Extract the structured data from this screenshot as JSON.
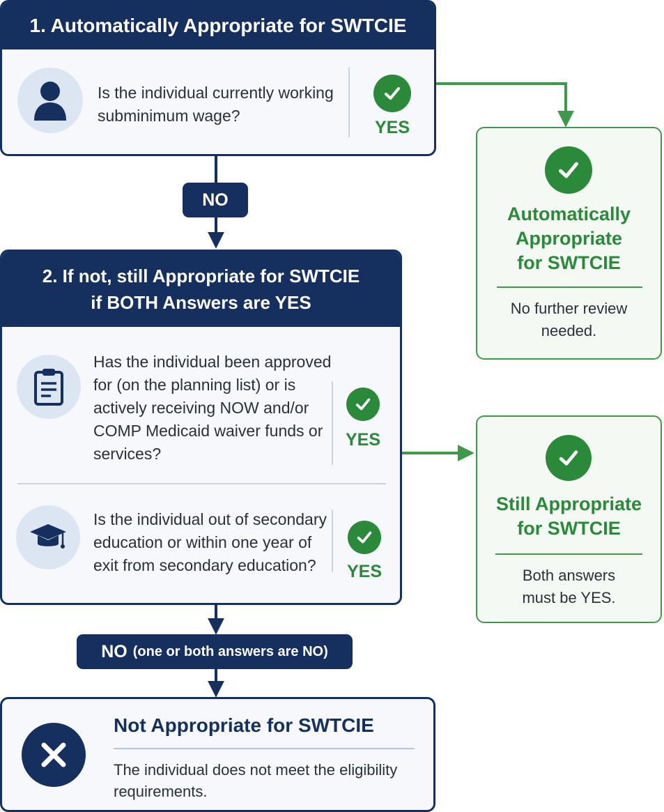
{
  "section1": {
    "number": "1.",
    "title": "Automatically Appropriate for SWTCIE",
    "question": "Is the individual currently working subminimum wage?",
    "answer": "YES",
    "person_icon": "person-icon"
  },
  "no_pill_1": {
    "label": "NO"
  },
  "outcome_auto": {
    "title": "Automatically Appropriate for SWTCIE",
    "note": "No further review needed."
  },
  "section2": {
    "number": "2.",
    "title_line1": "If not, still Appropriate for SWTCIE",
    "title_line2": "if BOTH Answers are YES",
    "question1": "Has the individual been approved for (on the planning list) or is actively receiving NOW and/or COMP Medicaid waiver funds or services?",
    "answer1": "YES",
    "question2": "Is the individual out of secondary education or within one year of exit from secondary education?",
    "answer2": "YES",
    "icons": [
      "clipboard-icon",
      "graduation-cap-icon"
    ]
  },
  "outcome_still": {
    "title": "Still Appropriate for SWTCIE",
    "note": "Both answers must be YES."
  },
  "no_pill_2": {
    "label": "NO",
    "detail": "(one or both answers are NO)"
  },
  "outcome_not": {
    "title": "Not Appropriate for SWTCIE",
    "note": "The individual does not meet the eligibility requirements.",
    "icon": "x-icon"
  },
  "colors": {
    "navy": "#15305f",
    "green": "#2a8a3a",
    "light_blue": "#dce6f3"
  }
}
